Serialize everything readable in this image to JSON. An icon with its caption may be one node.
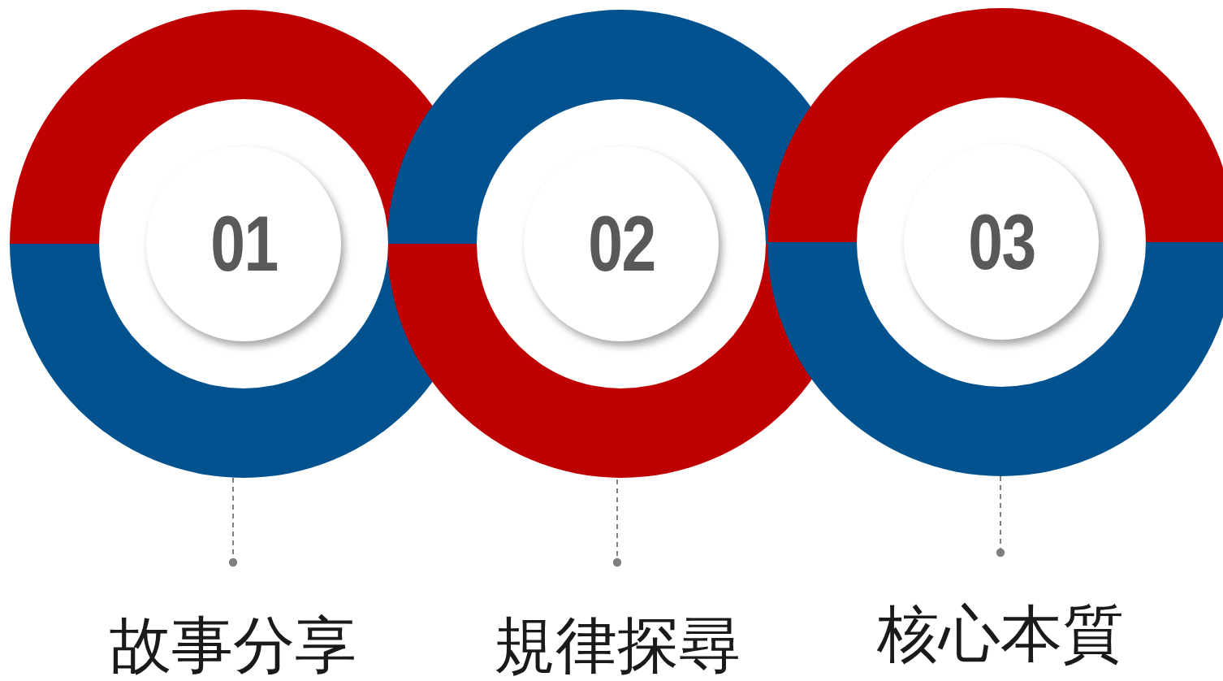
{
  "diagram": {
    "nodes": [
      {
        "text": [
          "01"
        ]
      },
      {
        "text": [
          "02"
        ]
      },
      {
        "text": [
          "03"
        ]
      },
      {
        "text": [
          "故事分享"
        ]
      },
      {
        "text": [
          "規律探尋"
        ]
      },
      {
        "text": [
          "核心本質"
        ]
      }
    ],
    "edges": [
      {
        "from": null,
        "to": 3,
        "arrow": "other",
        "style": "dashed"
      },
      {
        "from": null,
        "to": 4,
        "arrow": "other",
        "style": "dashed"
      },
      {
        "from": null,
        "to": 5,
        "arrow": "other",
        "style": "dashed"
      }
    ]
  }
}
